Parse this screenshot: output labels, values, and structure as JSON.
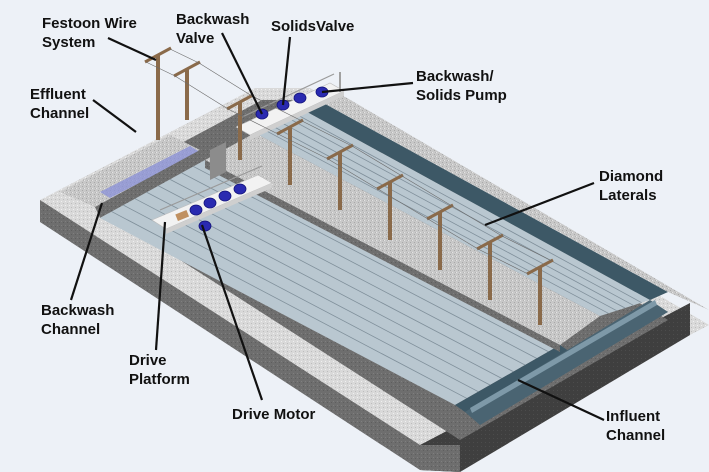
{
  "diagram": {
    "title": "Diamond lateral filter with festoon wire drive system",
    "colors": {
      "background": "#edf1f7",
      "concrete_top": "#c9c9c9",
      "concrete_side": "#7a7a7a",
      "concrete_dark": "#4a4a4a",
      "laterals": "#b9c7d0",
      "water": "#8a90d8",
      "channel_blue": "#3d5866",
      "posts": "#8a6a4a",
      "valves": "#2a2ab0",
      "platform": "#f2f2f2",
      "leader_line": "#111111"
    },
    "labels": [
      {
        "id": "festoon-wire-system",
        "lines": [
          "Festoon Wire",
          "System"
        ]
      },
      {
        "id": "backwash-valve",
        "lines": [
          "Backwash",
          "Valve"
        ]
      },
      {
        "id": "solids-valve",
        "lines": [
          "SolidsValve"
        ]
      },
      {
        "id": "backwash-solids-pump",
        "lines": [
          "Backwash/",
          "Solids Pump"
        ]
      },
      {
        "id": "effluent-channel",
        "lines": [
          "Effluent",
          "Channel"
        ]
      },
      {
        "id": "diamond-laterals",
        "lines": [
          "Diamond",
          "Laterals"
        ]
      },
      {
        "id": "backwash-channel",
        "lines": [
          "Backwash",
          "Channel"
        ]
      },
      {
        "id": "drive-platform",
        "lines": [
          "Drive",
          "Platform"
        ]
      },
      {
        "id": "drive-motor",
        "lines": [
          "Drive Motor"
        ]
      },
      {
        "id": "influent-channel",
        "lines": [
          "Influent",
          "Channel"
        ]
      }
    ]
  }
}
